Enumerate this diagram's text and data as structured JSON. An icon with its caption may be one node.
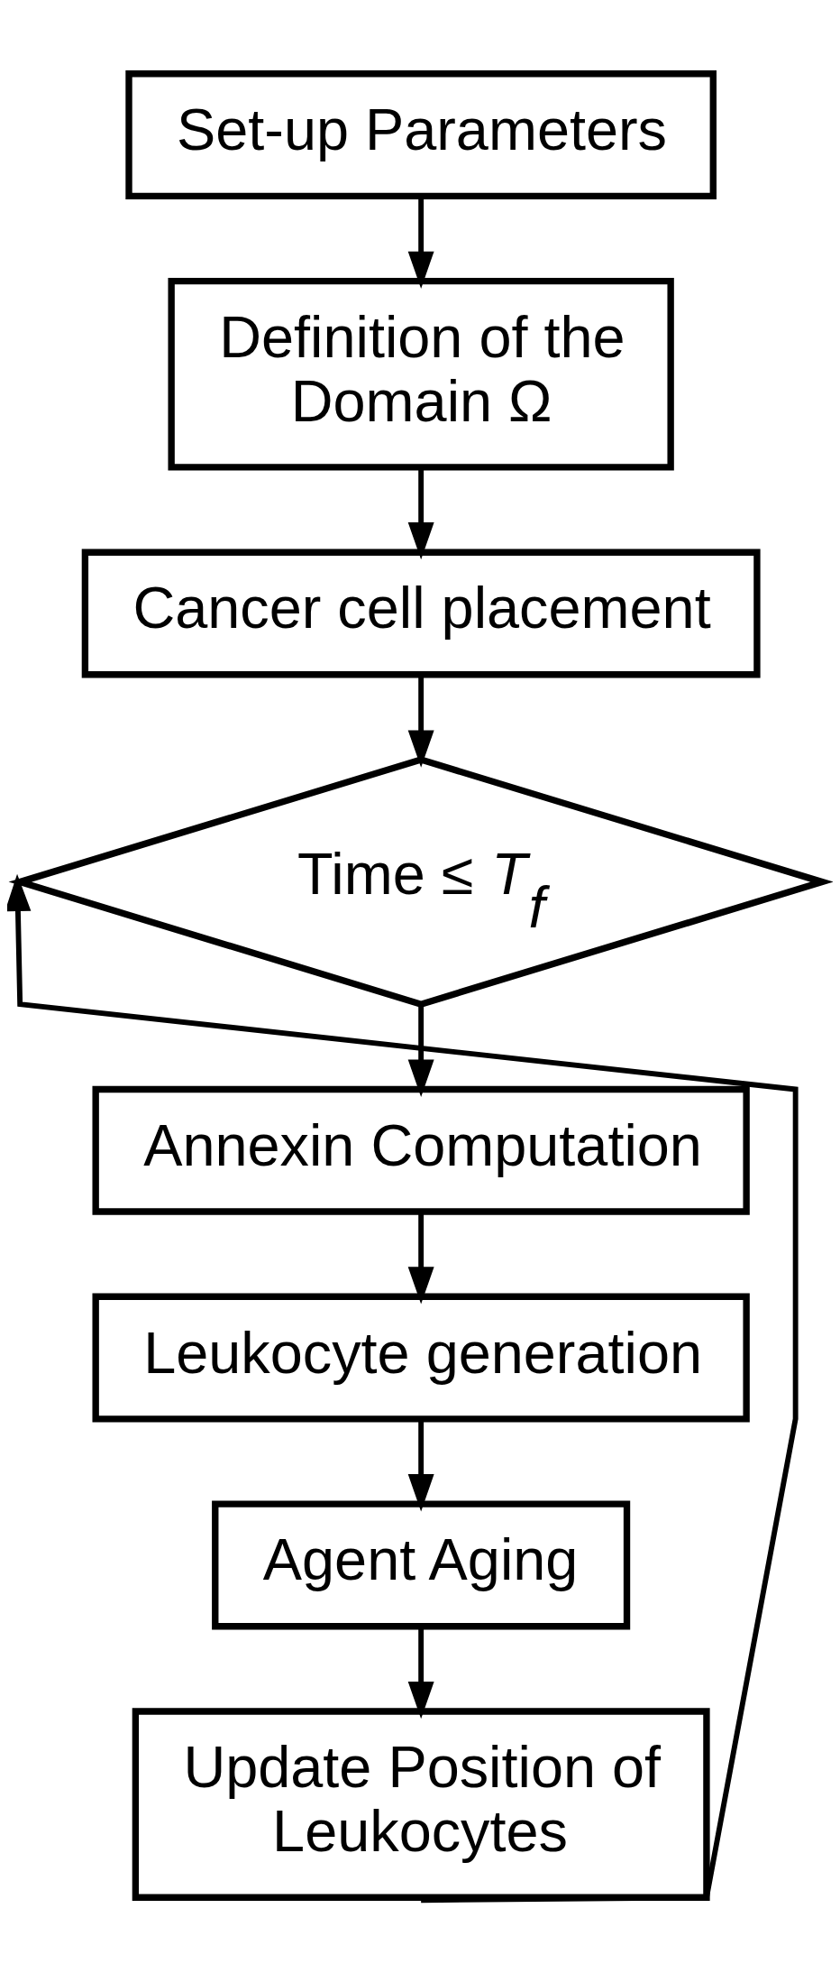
{
  "diagram": {
    "nodes": [
      {
        "text": [
          "Set-up Parameters"
        ]
      },
      {
        "text": [
          "Definition of the Domain Ω"
        ]
      },
      {
        "text": [
          "Cancer cell placement"
        ]
      },
      {
        "text": [
          "Time ≤ *T*$_{f}$"
        ]
      },
      {
        "text": [
          "Annexin Computation"
        ]
      },
      {
        "text": [
          "Leukocyte generation"
        ]
      },
      {
        "text": [
          "Agent Aging"
        ]
      },
      {
        "text": [
          "Update Position of Leukocytes"
        ]
      }
    ],
    "edges": [
      {
        "from": 0,
        "to": 1,
        "arrow": "to"
      },
      {
        "from": 1,
        "to": 2,
        "arrow": "to"
      },
      {
        "from": 2,
        "to": 3,
        "arrow": "to"
      },
      {
        "from": 3,
        "to": 4,
        "arrow": "to"
      },
      {
        "from": 4,
        "to": 5,
        "arrow": "to"
      },
      {
        "from": 5,
        "to": 6,
        "arrow": "to"
      },
      {
        "from": 6,
        "to": 7,
        "arrow": "to"
      },
      {
        "from": 7,
        "to": 3,
        "arrow": "to"
      }
    ]
  }
}
